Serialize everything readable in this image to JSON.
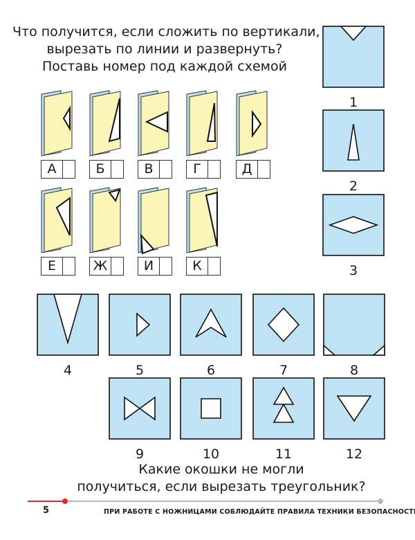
{
  "heading": {
    "line1": "Что получится, если сложить по вертикали,",
    "line2": "вырезать по линии и развернуть?",
    "line3": "Поставь номер под каждой схемой"
  },
  "folds": [
    {
      "letter": "А",
      "answer": ""
    },
    {
      "letter": "Б",
      "answer": ""
    },
    {
      "letter": "В",
      "answer": ""
    },
    {
      "letter": "Г",
      "answer": ""
    },
    {
      "letter": "Д",
      "answer": ""
    },
    {
      "letter": "Е",
      "answer": ""
    },
    {
      "letter": "Ж",
      "answer": ""
    },
    {
      "letter": "И",
      "answer": ""
    },
    {
      "letter": "К",
      "answer": ""
    }
  ],
  "tiles": [
    {
      "number": "1"
    },
    {
      "number": "2"
    },
    {
      "number": "3"
    },
    {
      "number": "4"
    },
    {
      "number": "5"
    },
    {
      "number": "6"
    },
    {
      "number": "7"
    },
    {
      "number": "8"
    },
    {
      "number": "9"
    },
    {
      "number": "10"
    },
    {
      "number": "11"
    },
    {
      "number": "12"
    }
  ],
  "question": {
    "line1": "Какие окошки не могли",
    "line2": "получиться, если вырезать треугольник?"
  },
  "footer": {
    "page_number": "5",
    "safety_text": "ПРИ РАБОТЕ С НОЖНИЦАМИ СОБЛЮДАЙТЕ ПРАВИЛА ТЕХНИКИ БЕЗОПАСНОСТИ!"
  },
  "colors": {
    "tile_fill": "#bfe3f5",
    "paper_fill": "#fbf6b8",
    "paper_back": "#b9dff0",
    "accent_red": "#e8262a",
    "rule_gray": "#b8b8b8"
  }
}
